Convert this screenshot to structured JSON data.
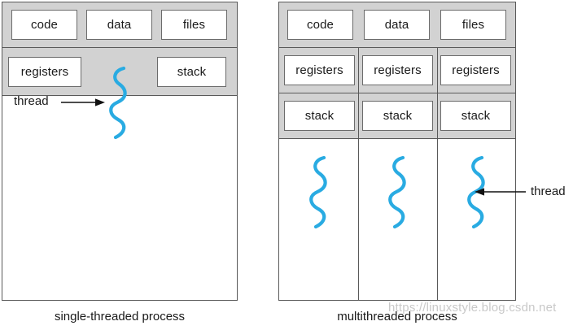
{
  "figure": {
    "title": "single-threaded and multithreaded process diagram",
    "accent_color": "#29abe2",
    "panel_fill": "#d2d2d2",
    "cell_fill": "#ffffff",
    "border_color": "#595959"
  },
  "single_threaded": {
    "caption": "single-threaded process",
    "resource_row": [
      {
        "label": "code"
      },
      {
        "label": "data"
      },
      {
        "label": "files"
      }
    ],
    "thread_row": [
      {
        "label": "registers"
      },
      {
        "label": "stack"
      }
    ],
    "thread_label": "thread",
    "thread_count": 1
  },
  "multithreaded": {
    "caption": "multithreaded process",
    "resource_row": [
      {
        "label": "code"
      },
      {
        "label": "data"
      },
      {
        "label": "files"
      }
    ],
    "registers_row": [
      {
        "label": "registers"
      },
      {
        "label": "registers"
      },
      {
        "label": "registers"
      }
    ],
    "stack_row": [
      {
        "label": "stack"
      },
      {
        "label": "stack"
      },
      {
        "label": "stack"
      }
    ],
    "thread_label": "thread",
    "thread_count": 3
  },
  "watermark": {
    "text": "https://linuxstyle.blog.csdn.net"
  }
}
